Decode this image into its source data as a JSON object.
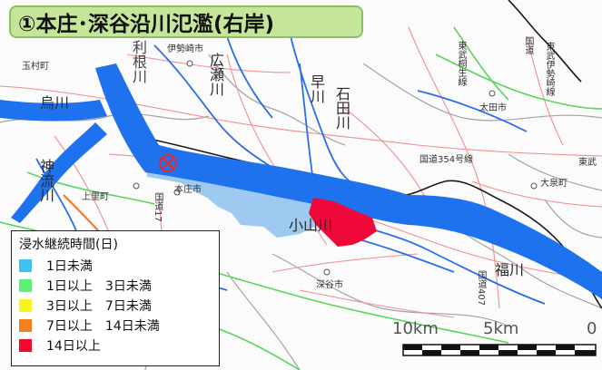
{
  "title": "①本庄･深谷沿川氾濫(右岸)",
  "legend": {
    "title": "浸水継続時間(日)",
    "items": [
      {
        "label": "1日未満",
        "color": "#3fc1f2"
      },
      {
        "label": "1日以上　3日未満",
        "color": "#58f276"
      },
      {
        "label": "3日以上　7日未満",
        "color": "#f7f51f"
      },
      {
        "label": "7日以上　14日未満",
        "color": "#f5801c"
      },
      {
        "label": "14日以上",
        "color": "#f2092c"
      }
    ]
  },
  "colors": {
    "river": "#1f72ee",
    "flood_light": "#9ec9f0",
    "flood_red": "#f0083a",
    "roads": "#ef8f8f",
    "rail": "#59d659",
    "boundary": "#1a1a1a",
    "breach_marker": "#e8262c"
  },
  "breach_marker_icon": "circle-x-icon",
  "labels": {
    "tamamura": "玉村町",
    "isesaki": "伊勢崎市",
    "ota": "太田市",
    "oizumi": "大泉町",
    "kamisato": "上里町",
    "honjo": "本庄市",
    "fukaya": "深谷市",
    "route354": "国道354号線",
    "tobu_kiryu": "東武桐生線",
    "tobu_isesaki": "東武伊勢崎線",
    "tobu_right": "東武",
    "route_ne": "国道",
    "route17": "国道17",
    "route407": "国道407",
    "tone": "利根川",
    "karasu": "烏川",
    "jinryu": "神流川",
    "hirose": "広瀬川",
    "haya": "早川",
    "ishida": "石田川",
    "koyama": "小山川",
    "fuku": "福川"
  },
  "scale": {
    "label_10": "10km",
    "label_5": "5km",
    "label_0": "0"
  }
}
